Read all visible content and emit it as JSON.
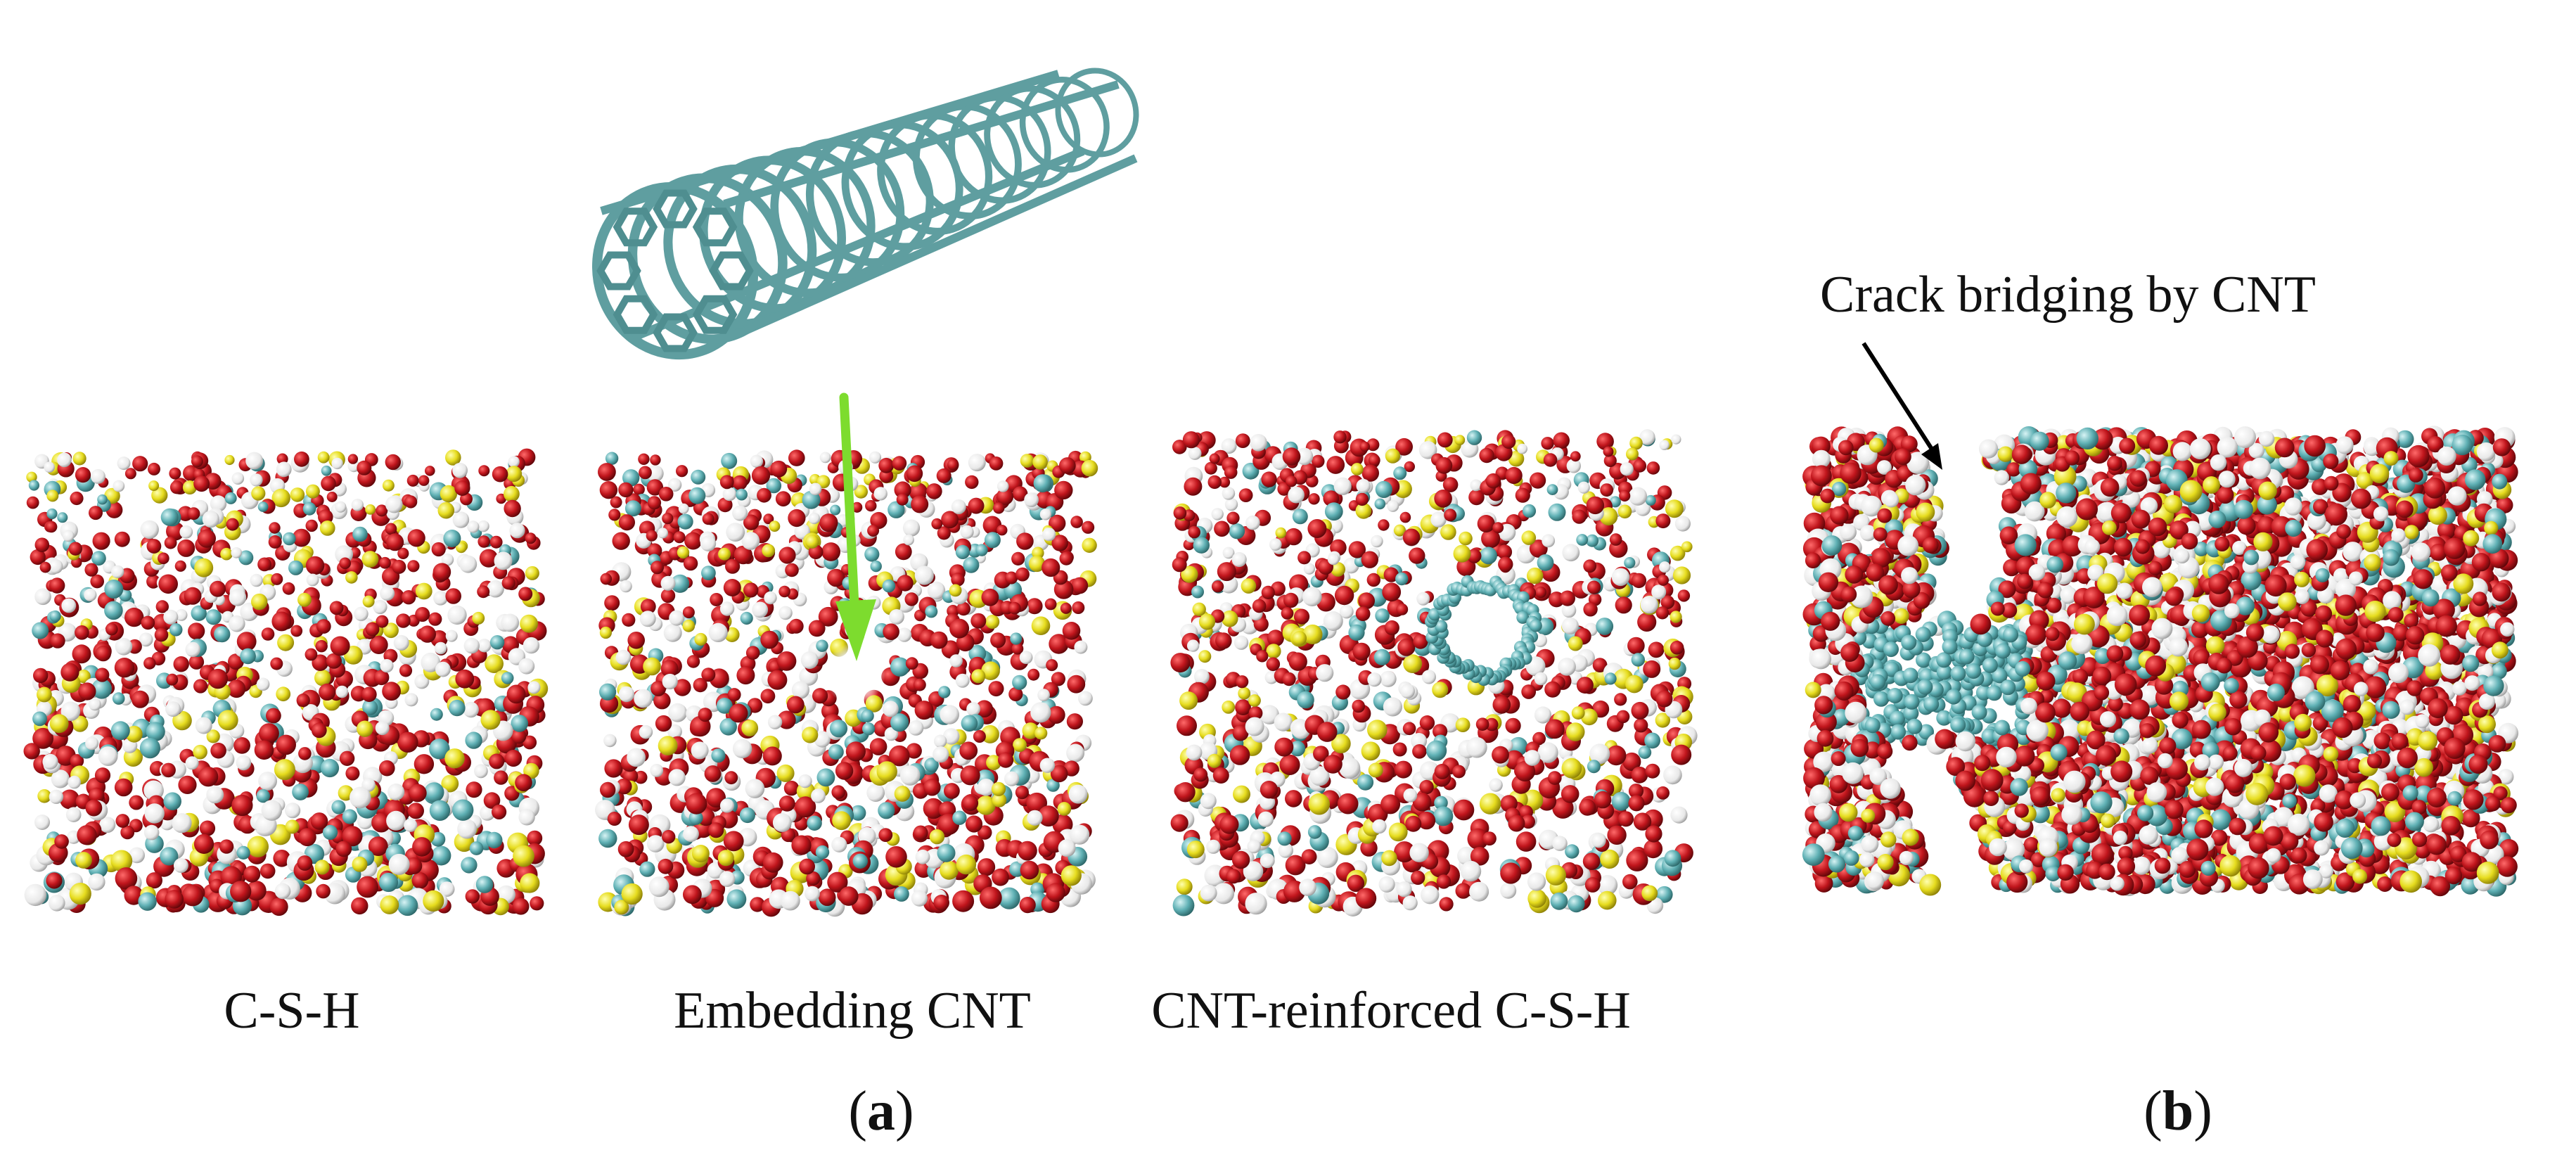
{
  "captions": {
    "csh": "C-S-H",
    "embedding": "Embedding CNT",
    "reinforced": "CNT-reinforced C-S-H",
    "crack": "Crack bridging by CNT"
  },
  "panel_labels": {
    "a": "a",
    "b": "b"
  },
  "colors": {
    "oxygen": "#c0151c",
    "silicon": "#e6dc1e",
    "calcium": "#5fb0b4",
    "hydrogen": "#f2f2f2",
    "cnt": "#5f9ea0",
    "arrow_green": "#7ddc2e",
    "arrow_black": "#000000"
  }
}
